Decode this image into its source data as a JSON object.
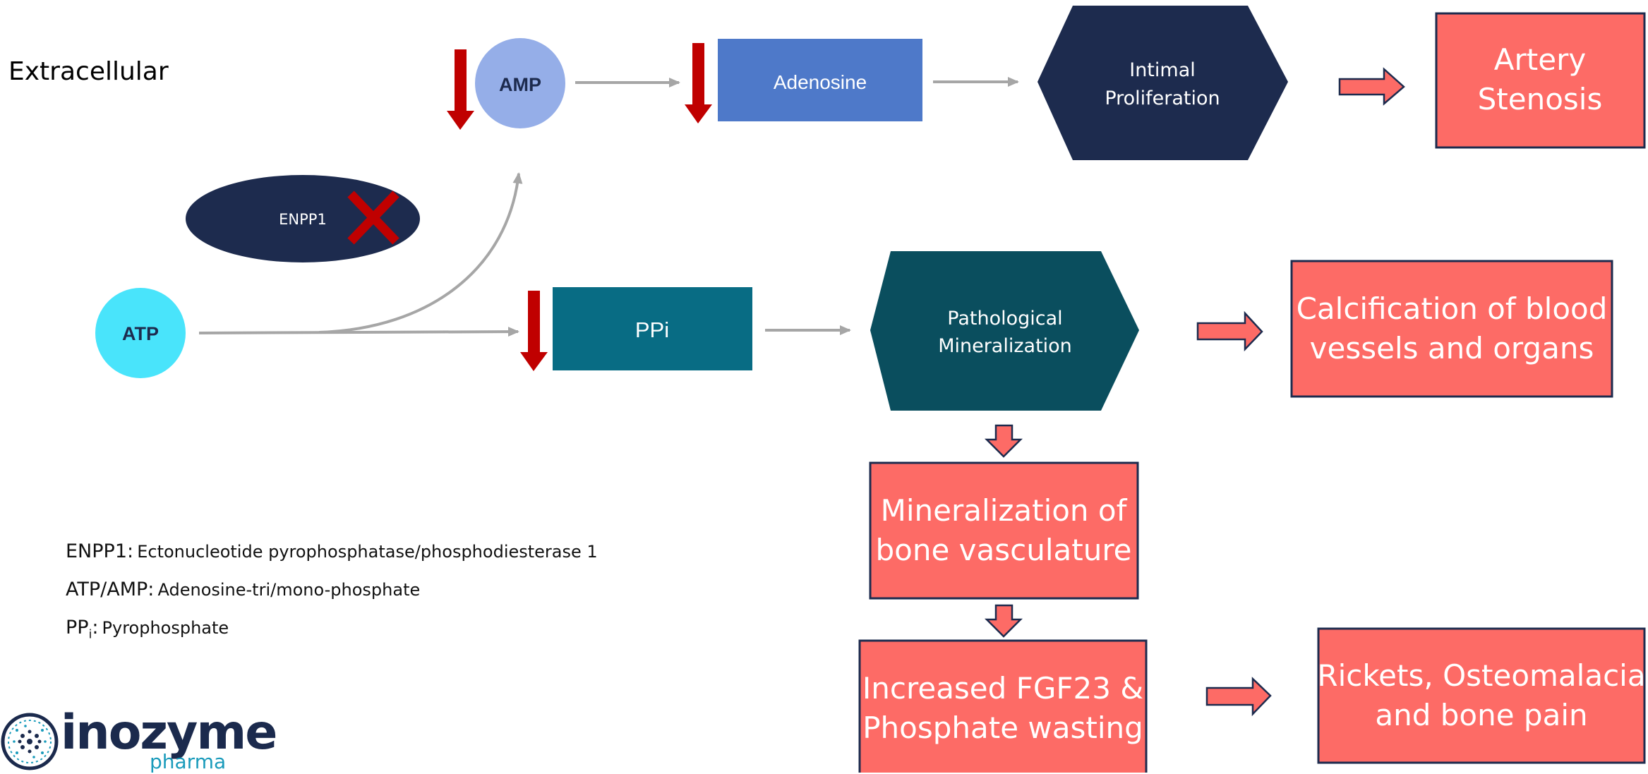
{
  "region_label": "Extracellular",
  "nodes": {
    "amp": "AMP",
    "adenosine": "Adenosine",
    "intimal_line1": "Intimal",
    "intimal_line2": "Proliferation",
    "artery_line1": "Artery",
    "artery_line2": "Stenosis",
    "enpp1": "ENPP1",
    "atp": "ATP",
    "ppi": "PPi",
    "pathological_line1": "Pathological",
    "pathological_line2": "Mineralization",
    "calcification_line1": "Calcification of blood",
    "calcification_line2": "vessels and organs",
    "bone_vasc_line1": "Mineralization of",
    "bone_vasc_line2": "bone vasculature",
    "fgf23_line1": "Increased FGF23 &",
    "fgf23_line2": "Phosphate wasting",
    "rickets_line1": "Rickets, Osteomalacia",
    "rickets_line2": "and bone pain"
  },
  "legend": {
    "enpp1_key": "ENPP1:",
    "enpp1_val": "Ectonucleotide pyrophosphatase/phosphodiesterase 1",
    "atp_key": "ATP/AMP:",
    "atp_val": "Adenosine-tri/mono-phosphate",
    "ppi_key_main": "PP",
    "ppi_key_sub": "i",
    "ppi_key_colon": ":",
    "ppi_val": "Pyrophosphate"
  },
  "logo": {
    "name": "inozyme",
    "tagline": "pharma"
  },
  "icons": {
    "inhibition_mark": "x-mark-icon",
    "decrease_marker": "down-arrow-icon",
    "outcome_marker": "block-arrow-icon"
  },
  "colors": {
    "amp_circle": "#95aee8",
    "adenosine_box": "#4e79c9",
    "dark_navy": "#1d2b4e",
    "atp_circle": "#49e4fb",
    "ppi_box": "#086c84",
    "mineralization_hex": "#0a4e5e",
    "outcome_fill": "#fd6b66",
    "decrease_arrow": "#c00000",
    "connector": "#a6a6a6"
  }
}
